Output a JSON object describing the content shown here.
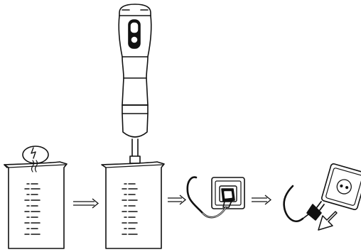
{
  "figure": {
    "steps": [
      {
        "id": "beaker",
        "icon": "measuring-beaker-with-steam-icon"
      },
      {
        "id": "blender",
        "icon": "hand-blender-in-beaker-icon"
      },
      {
        "id": "socket-plugged",
        "icon": "plug-in-wall-socket-icon"
      },
      {
        "id": "socket-unplugged",
        "icon": "plug-removed-from-socket-icon"
      }
    ],
    "arrows": 3,
    "stroke_color": "#111111",
    "background_color": "#ffffff"
  }
}
